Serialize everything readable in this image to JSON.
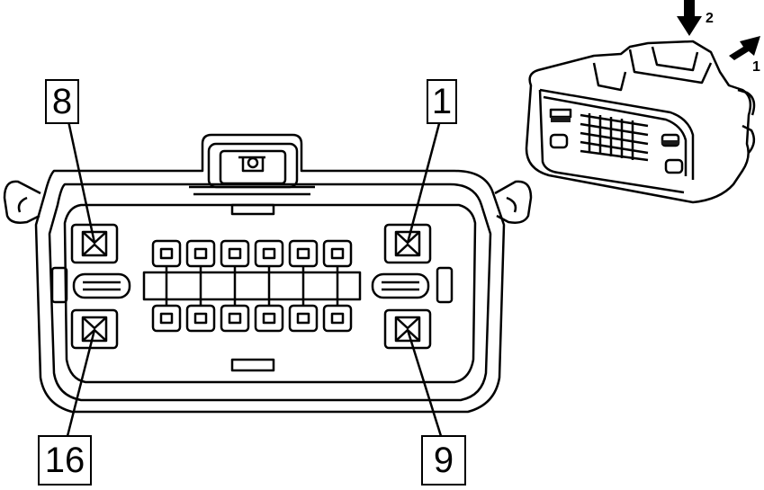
{
  "diagram": {
    "pin_labels": {
      "top_left": "8",
      "top_right": "1",
      "bottom_left": "16",
      "bottom_right": "9"
    },
    "arrow_labels": {
      "arrow_down": "2",
      "arrow_right": "1"
    },
    "colors": {
      "line": "#000000",
      "background": "#ffffff",
      "fill_dark": "#1a1a1a"
    }
  }
}
